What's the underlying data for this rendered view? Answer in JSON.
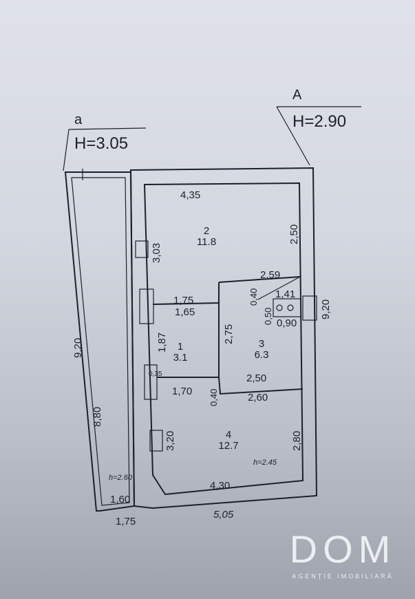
{
  "heights": {
    "a_label": "a",
    "a_height": "H=3.05",
    "A_label": "A",
    "A_height": "H=2.90"
  },
  "rooms": [
    {
      "number": "1",
      "area": "3.1"
    },
    {
      "number": "2",
      "area": "11.8"
    },
    {
      "number": "3",
      "area": "6.3"
    },
    {
      "number": "4",
      "area": "12.7"
    }
  ],
  "dimensions": {
    "d435": "4,35",
    "d250a": "2,50",
    "d303": "3,03",
    "d259": "2,59",
    "d040a": "0,40",
    "d141": "1,41",
    "d175a": "1,75",
    "d165": "1,65",
    "d050": "0,50",
    "d090": "0,90",
    "d920r": "9,20",
    "d187": "1,87",
    "d275": "2,75",
    "d035": "0,35",
    "d250b": "2,50",
    "d170": "1,70",
    "d040b": "0,40",
    "d260": "2,60",
    "d920l": "9,20",
    "d880": "8,80",
    "d320": "3,20",
    "d280": "2,80",
    "d430": "4,30",
    "d505": "5,05",
    "d160": "1,60",
    "d175b": "1,75",
    "h260": "h=2.60",
    "h245": "h=2.45"
  },
  "logo": {
    "brand": "DOM",
    "tagline": "AGENȚIE IMOBILIARĂ"
  }
}
